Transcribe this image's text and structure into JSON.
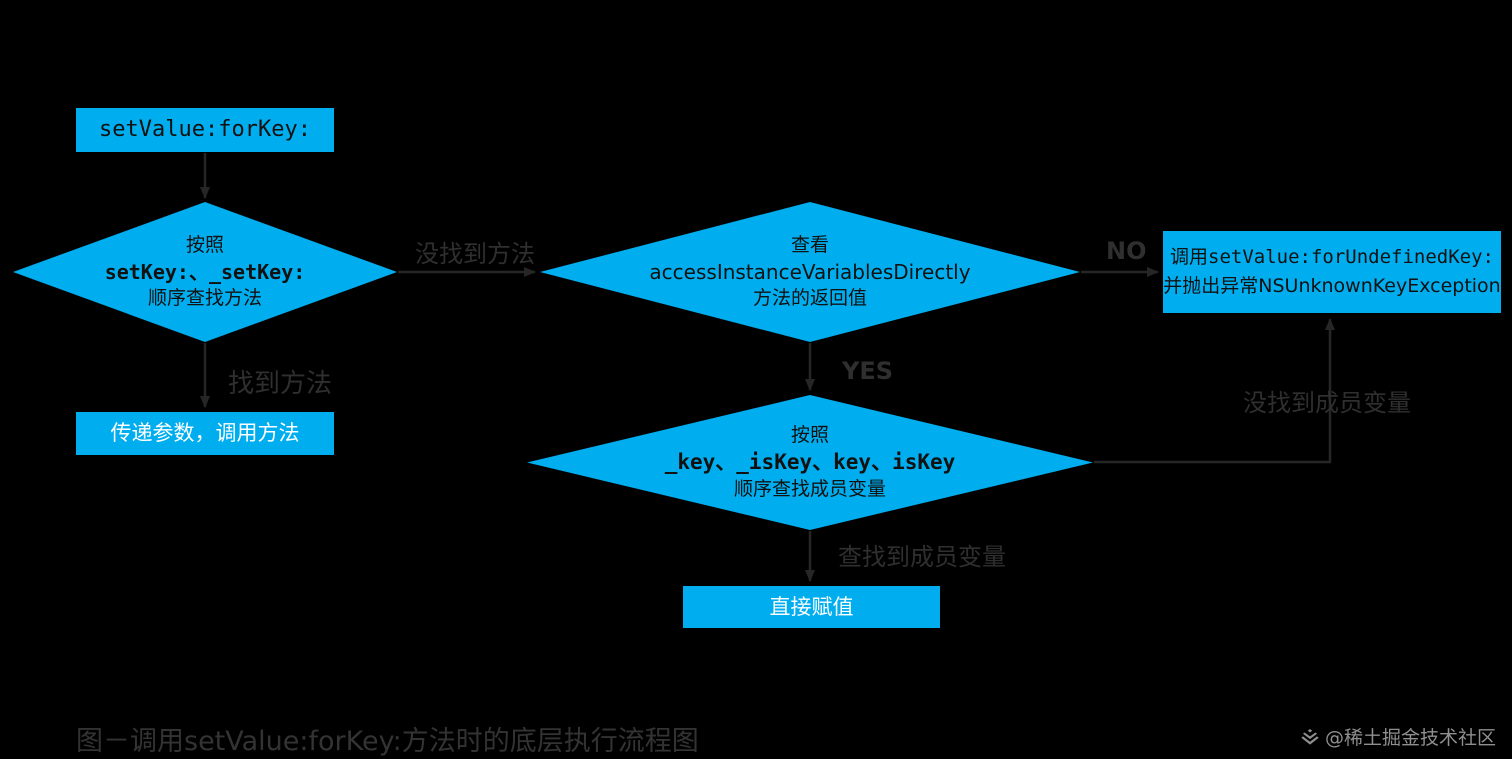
{
  "colors": {
    "background": "#000000",
    "shape": "#00AEEF",
    "shape-text-dark": "#111111",
    "shape-text-light": "#ffffff",
    "arrow": "#262626",
    "label": "#2f2f2f",
    "caption": "#333333",
    "watermark": "#8f8f8f"
  },
  "nodes": {
    "start": {
      "label": "setValue:forKey:"
    },
    "diamond_find_method": {
      "line1": "按照",
      "line2": "setKey:、_setKey:",
      "line3": "顺序查找方法"
    },
    "diamond_access": {
      "line1": "查看",
      "line2": "accessInstanceVariablesDirectly",
      "line3": "方法的返回值"
    },
    "rect_undefined": {
      "line1_prefix": "调用",
      "line1_code": "setValue:forUndefinedKey:",
      "line2_prefix": "并抛出异常",
      "line2_code": "NSUnknownKeyException"
    },
    "rect_call": {
      "label": "传递参数，调用方法"
    },
    "diamond_find_ivar": {
      "line1": "按照",
      "line2": "_key、_isKey、key、isKey",
      "line3": "顺序查找成员变量"
    },
    "rect_assign": {
      "label": "直接赋值"
    }
  },
  "edges": {
    "not_found_method": "没找到方法",
    "found_method": "找到方法",
    "no": "NO",
    "yes": "YES",
    "found_ivar": "查找到成员变量",
    "not_found_ivar": "没找到成员变量"
  },
  "caption": "图－调用setValue:forKey:方法时的底层执行流程图",
  "watermark": {
    "icon": "juejin-logo",
    "text": "@稀土掘金技术社区"
  }
}
